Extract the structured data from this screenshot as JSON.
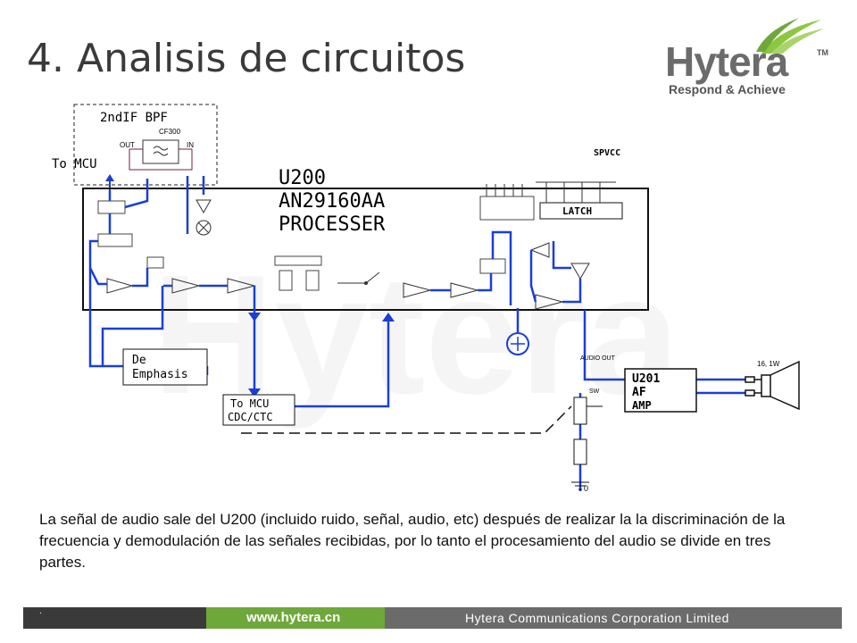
{
  "slide": {
    "title": "4. Analisis de circuitos",
    "logo": {
      "name": "Hytera",
      "tm": "TM",
      "tagline": "Respond & Achieve"
    },
    "description": "La señal de audio sale del U200 (incluido ruido, señal, audio, etc) después de realizar la la discriminación  de la frecuencia y demodulación de las señales recibidas, por lo tanto el procesamiento del audio se divide en tres partes.",
    "footer": {
      "dot": ".",
      "url": "www.hytera.cn",
      "company": "Hytera Communications Corporation Limited"
    }
  },
  "diagram": {
    "bpf_label": "2ndIF BPF",
    "cf_label": "CF300",
    "out_label": "OUT",
    "in_label": "IN",
    "to_mcu": "To MCU",
    "u200": "U200",
    "chip": "AN29160AA",
    "processer": "PROCESSER",
    "spvcc": "SPVCC",
    "latch": "LATCH",
    "de": "De",
    "emphasis": "Emphasis",
    "to_mcu_2": "To MCU",
    "cdc": "CDC/CTC",
    "u201": "U201",
    "af": "AF",
    "amp": "AMP",
    "sw": "SW",
    "audio_out": "AUDIO OUT",
    "speaker": "16, 1W",
    "zero": "0"
  },
  "colors": {
    "wire": "#1a3fd6",
    "footer_green": "#6fa83a",
    "footer_gray": "#6b6b6b",
    "logo_green": "#8dc63f"
  }
}
